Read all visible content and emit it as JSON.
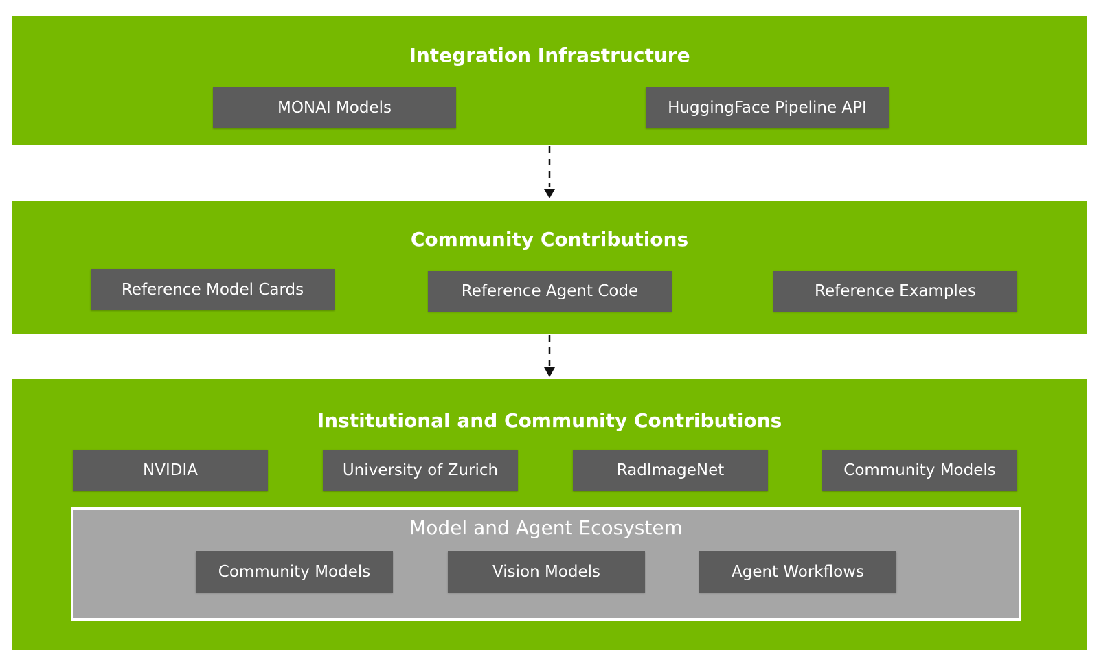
{
  "colors": {
    "band_green": "#76b900",
    "box_gray": "#5c5c5c",
    "ecosystem_gray": "#a6a6a6",
    "text": "#ffffff"
  },
  "integration": {
    "title": "Integration Infrastructure",
    "boxes": [
      "MONAI Models",
      "HuggingFace Pipeline API"
    ]
  },
  "community": {
    "title": "Community Contributions",
    "boxes": [
      "Reference Model Cards",
      "Reference Agent Code",
      "Reference Examples"
    ]
  },
  "institutional": {
    "title": "Institutional and Community Contributions",
    "boxes": [
      "NVIDIA",
      "University of Zurich",
      "RadImageNet",
      "Community Models"
    ]
  },
  "ecosystem": {
    "title": "Model and Agent Ecosystem",
    "boxes": [
      "Community Models",
      "Vision Models",
      "Agent Workflows"
    ]
  }
}
